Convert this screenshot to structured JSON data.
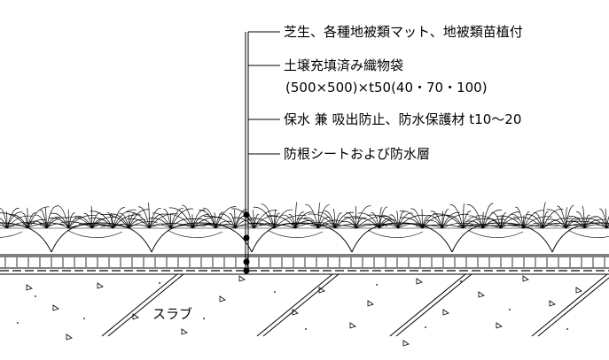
{
  "labels": {
    "turf": "芝生、各種地被類マット、地被類苗植付",
    "soil_bag": "土壌充填済み織物袋",
    "soil_bag_size": "(500×500)×t50(40・70・100)",
    "water_retention": "保水 兼 吸出防止、防水保護材 t10〜20",
    "root_barrier": "防根シートおよび防水層",
    "slab": "スラブ"
  },
  "colors": {
    "line": "#000000",
    "background": "#ffffff"
  }
}
